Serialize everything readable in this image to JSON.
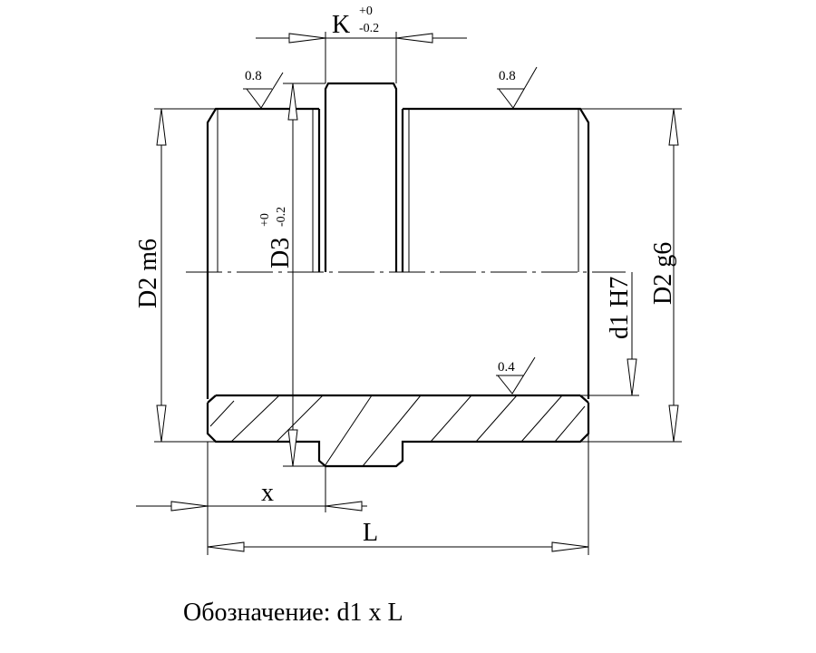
{
  "drawing": {
    "k_label": "K",
    "k_tol_upper": "+0",
    "k_tol_lower": "-0.2",
    "d3_label": "D3",
    "d3_tol_upper": "+0",
    "d3_tol_lower": "-0.2",
    "d2_left_label": "D2 m6",
    "d2_right_label": "D2 g6",
    "d1_label": "d1 H7",
    "x_label": "x",
    "l_label": "L",
    "roughness_left": "0.8",
    "roughness_right": "0.8",
    "roughness_bore": "0.4",
    "caption": "Обозначение: d1 x L"
  }
}
